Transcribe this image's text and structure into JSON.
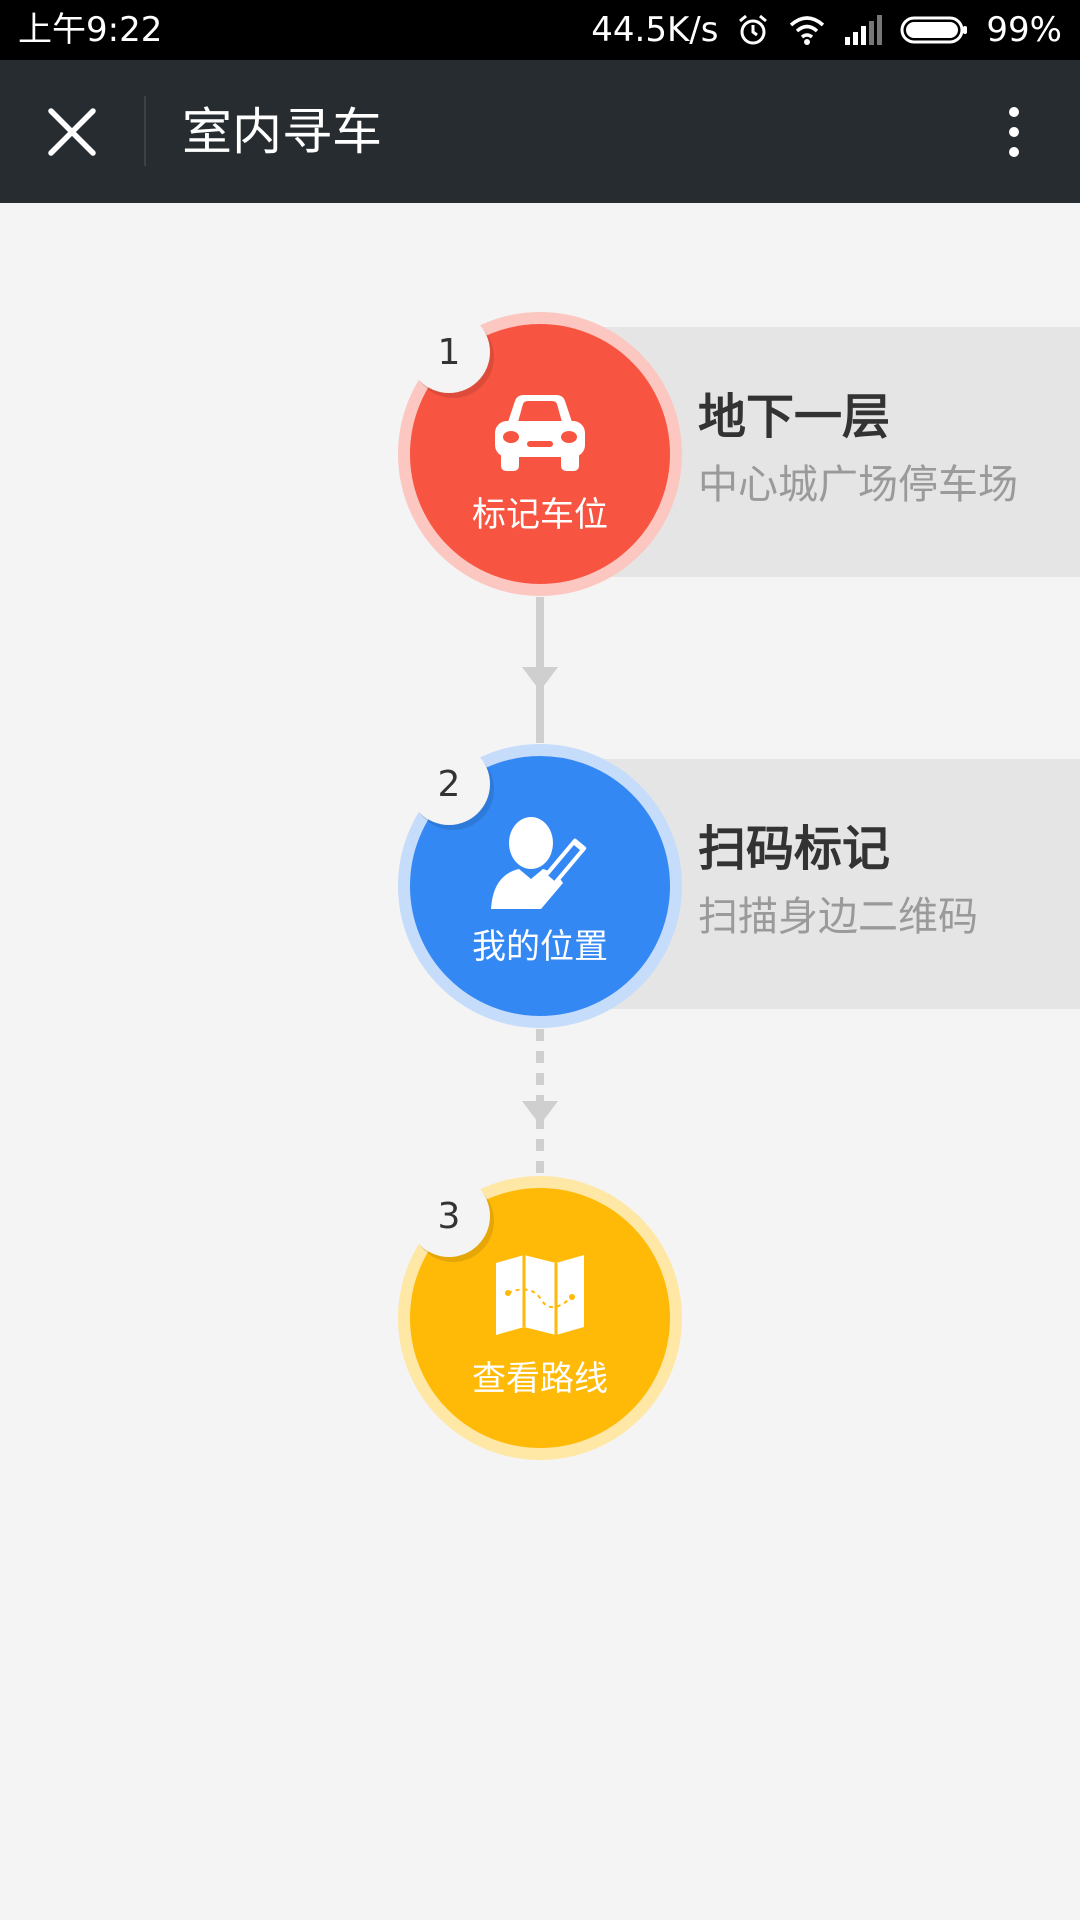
{
  "status_bar": {
    "time": "上午9:22",
    "speed": "44.5K/s",
    "battery": "99%"
  },
  "header": {
    "title": "室内寻车",
    "close_icon": "close-icon",
    "more_icon": "more-vertical-icon"
  },
  "steps": [
    {
      "number": "1",
      "label": "标记车位",
      "icon": "car-icon",
      "card_title": "地下一层",
      "card_subtitle": "中心城广场停车场",
      "color": "#f75541"
    },
    {
      "number": "2",
      "label": "我的位置",
      "icon": "person-edit-icon",
      "card_title": "扫码标记",
      "card_subtitle": "扫描身边二维码",
      "color": "#3488f3"
    },
    {
      "number": "3",
      "label": "查看路线",
      "icon": "map-icon",
      "color": "#ffb907"
    }
  ]
}
